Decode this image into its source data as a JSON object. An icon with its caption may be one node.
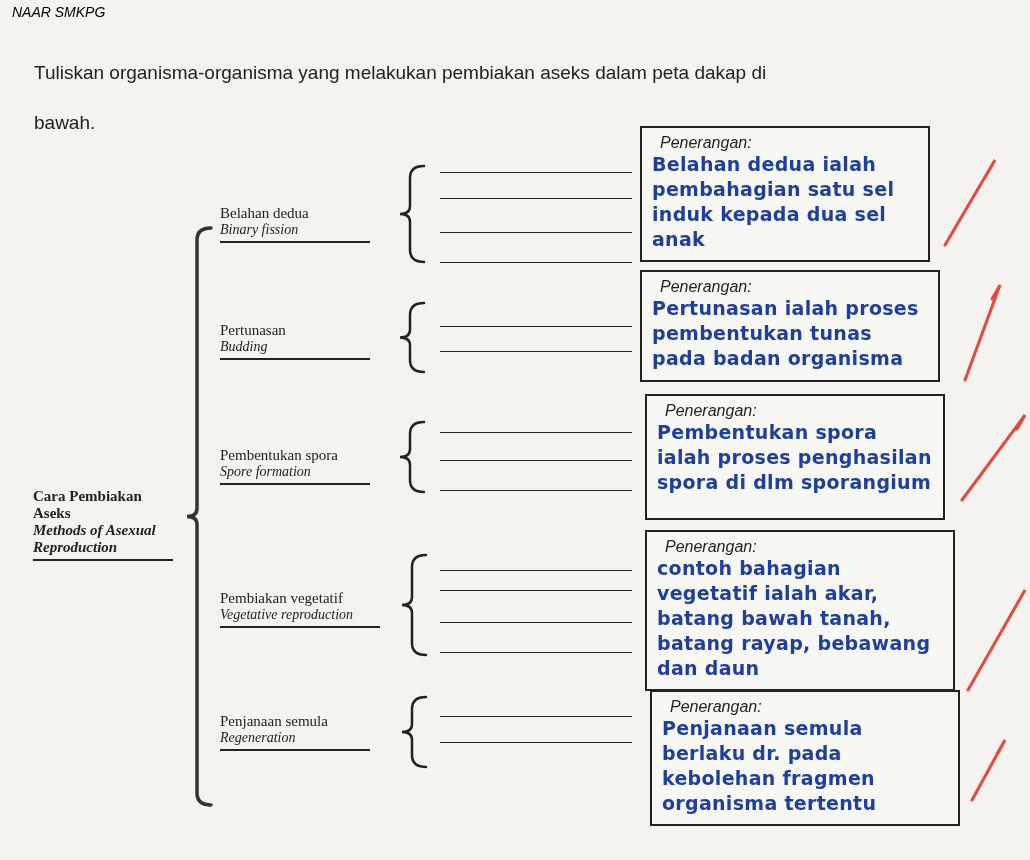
{
  "diagram": {
    "title": "Tuliskan organisma-organisma yang melakukan pembiakan aseks dalam peta dakap di bawah.",
    "nodes": [
      {
        "text": [
          "Cara Pembiakan Aseks",
          "Methods of Asexual Reproduction"
        ]
      },
      {
        "text": [
          "Belahan dedua",
          "Binary fission"
        ]
      },
      {
        "text": [
          "Pertunasan",
          "Budding"
        ]
      },
      {
        "text": [
          "Pembentukan spora",
          "Spore formation"
        ]
      },
      {
        "text": [
          "Pembiakan vegetatif",
          "Vegetative reproduction"
        ]
      },
      {
        "text": [
          "Penjanaan semula",
          "Regeneration"
        ]
      },
      {
        "text": [
          "Penerangan:",
          "Belahan dedua ialah pembahagian satu sel induk kepada dua sel anak"
        ]
      },
      {
        "text": [
          "Penerangan:",
          "Pertunasan ialah proses pembentukan tunas pada badan organisma"
        ]
      },
      {
        "text": [
          "Penerangan:",
          "Pembentukan spora ialah proses penghasilan spora di dlm sporangium"
        ]
      },
      {
        "text": [
          "Penerangan:",
          "contoh bahagian vegetatif ialah akar, batang bawah tanah, batang rayap, bebawang dan daun"
        ]
      },
      {
        "text": [
          "Penerangan:",
          "Penjanaan semula berlaku dr. pada kebolehan fragmen organisma tertentu"
        ]
      }
    ],
    "labels": [
      "NAAR SMKPG"
    ]
  }
}
